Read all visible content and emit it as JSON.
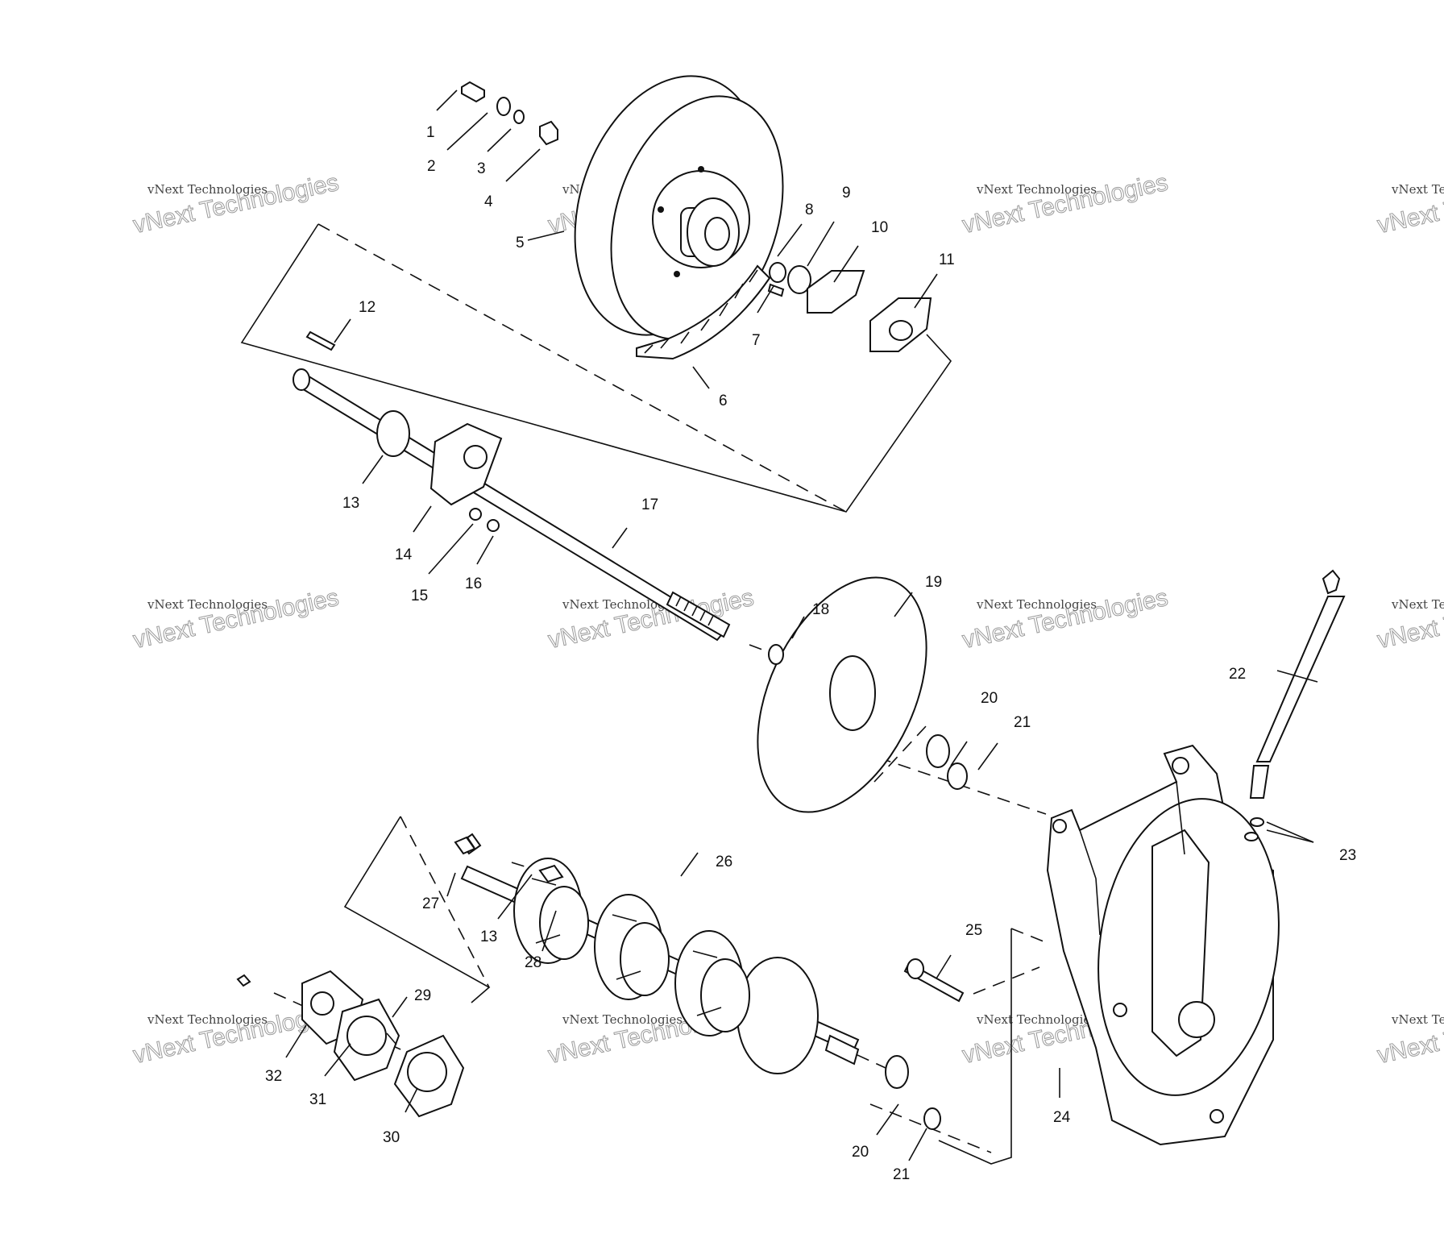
{
  "callouts": [
    {
      "id": "1",
      "text": "1"
    },
    {
      "id": "2",
      "text": "2"
    },
    {
      "id": "3",
      "text": "3"
    },
    {
      "id": "4",
      "text": "4"
    },
    {
      "id": "5",
      "text": "5"
    },
    {
      "id": "6",
      "text": "6"
    },
    {
      "id": "7",
      "text": "7"
    },
    {
      "id": "8",
      "text": "8"
    },
    {
      "id": "9",
      "text": "9"
    },
    {
      "id": "10",
      "text": "10"
    },
    {
      "id": "11",
      "text": "11"
    },
    {
      "id": "12",
      "text": "12"
    },
    {
      "id": "13a",
      "text": "13"
    },
    {
      "id": "14",
      "text": "14"
    },
    {
      "id": "15",
      "text": "15"
    },
    {
      "id": "16",
      "text": "16"
    },
    {
      "id": "17",
      "text": "17"
    },
    {
      "id": "18",
      "text": "18"
    },
    {
      "id": "19",
      "text": "19"
    },
    {
      "id": "20a",
      "text": "20"
    },
    {
      "id": "21a",
      "text": "21"
    },
    {
      "id": "22",
      "text": "22"
    },
    {
      "id": "23",
      "text": "23"
    },
    {
      "id": "24",
      "text": "24"
    },
    {
      "id": "25",
      "text": "25"
    },
    {
      "id": "26",
      "text": "26"
    },
    {
      "id": "27",
      "text": "27"
    },
    {
      "id": "13b",
      "text": "13"
    },
    {
      "id": "28",
      "text": "28"
    },
    {
      "id": "29",
      "text": "29"
    },
    {
      "id": "30",
      "text": "30"
    },
    {
      "id": "31",
      "text": "31"
    },
    {
      "id": "32",
      "text": "32"
    },
    {
      "id": "20b",
      "text": "20"
    },
    {
      "id": "21b",
      "text": "21"
    }
  ],
  "watermark": {
    "small_text": "vNext Technologies",
    "large_text": "vNext Technologies"
  }
}
